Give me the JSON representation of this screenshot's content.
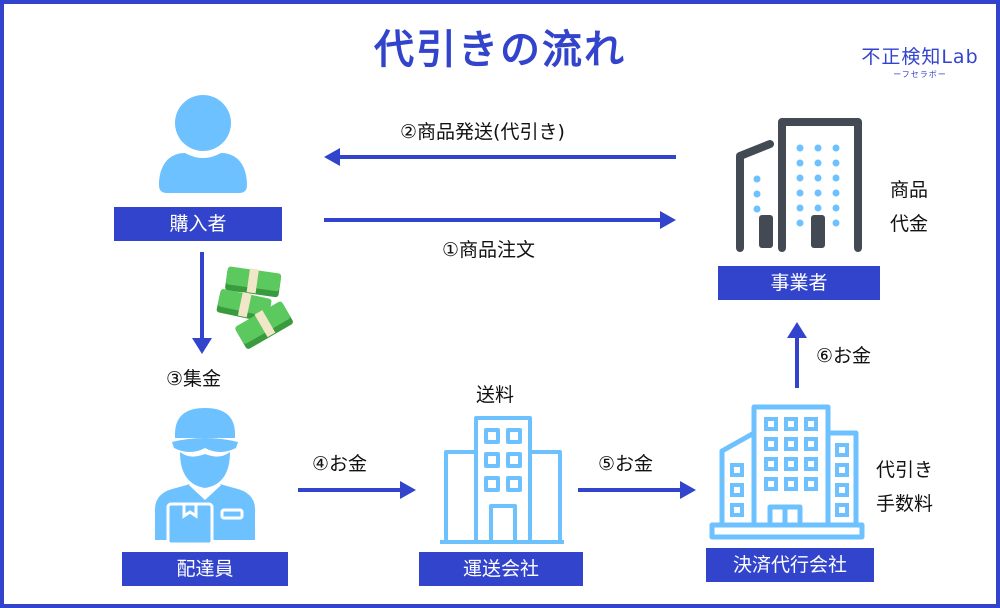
{
  "title": "代引きの流れ",
  "logo": {
    "main": "不正検知Lab",
    "sub": "ーフセラボー"
  },
  "colors": {
    "accent": "#3344cc",
    "icon_light": "#6ec1ff",
    "icon_dark": "#434a54",
    "money": "#4caf50"
  },
  "actors": {
    "buyer": {
      "label": "購入者",
      "icon": "person-icon"
    },
    "merchant": {
      "label": "事業者",
      "icon": "office-building-icon",
      "note": [
        "商品",
        "代金"
      ]
    },
    "courier": {
      "label": "配達員",
      "icon": "delivery-person-icon"
    },
    "shipping_company": {
      "label": "運送会社",
      "icon": "building-icon",
      "note": "送料"
    },
    "payment_agent": {
      "label": "決済代行会社",
      "icon": "buildings-icon",
      "note": [
        "代引き",
        "手数料"
      ]
    }
  },
  "steps": [
    {
      "label": "①商品注文",
      "from": "購入者",
      "to": "事業者"
    },
    {
      "label": "②商品発送(代引き)",
      "from": "事業者",
      "to": "購入者"
    },
    {
      "label": "③集金",
      "from": "購入者",
      "to": "配達員"
    },
    {
      "label": "④お金",
      "from": "配達員",
      "to": "運送会社"
    },
    {
      "label": "⑤お金",
      "from": "運送会社",
      "to": "決済代行会社"
    },
    {
      "label": "⑥お金",
      "from": "決済代行会社",
      "to": "事業者"
    }
  ],
  "money_icon": "cash-bundle-icon"
}
